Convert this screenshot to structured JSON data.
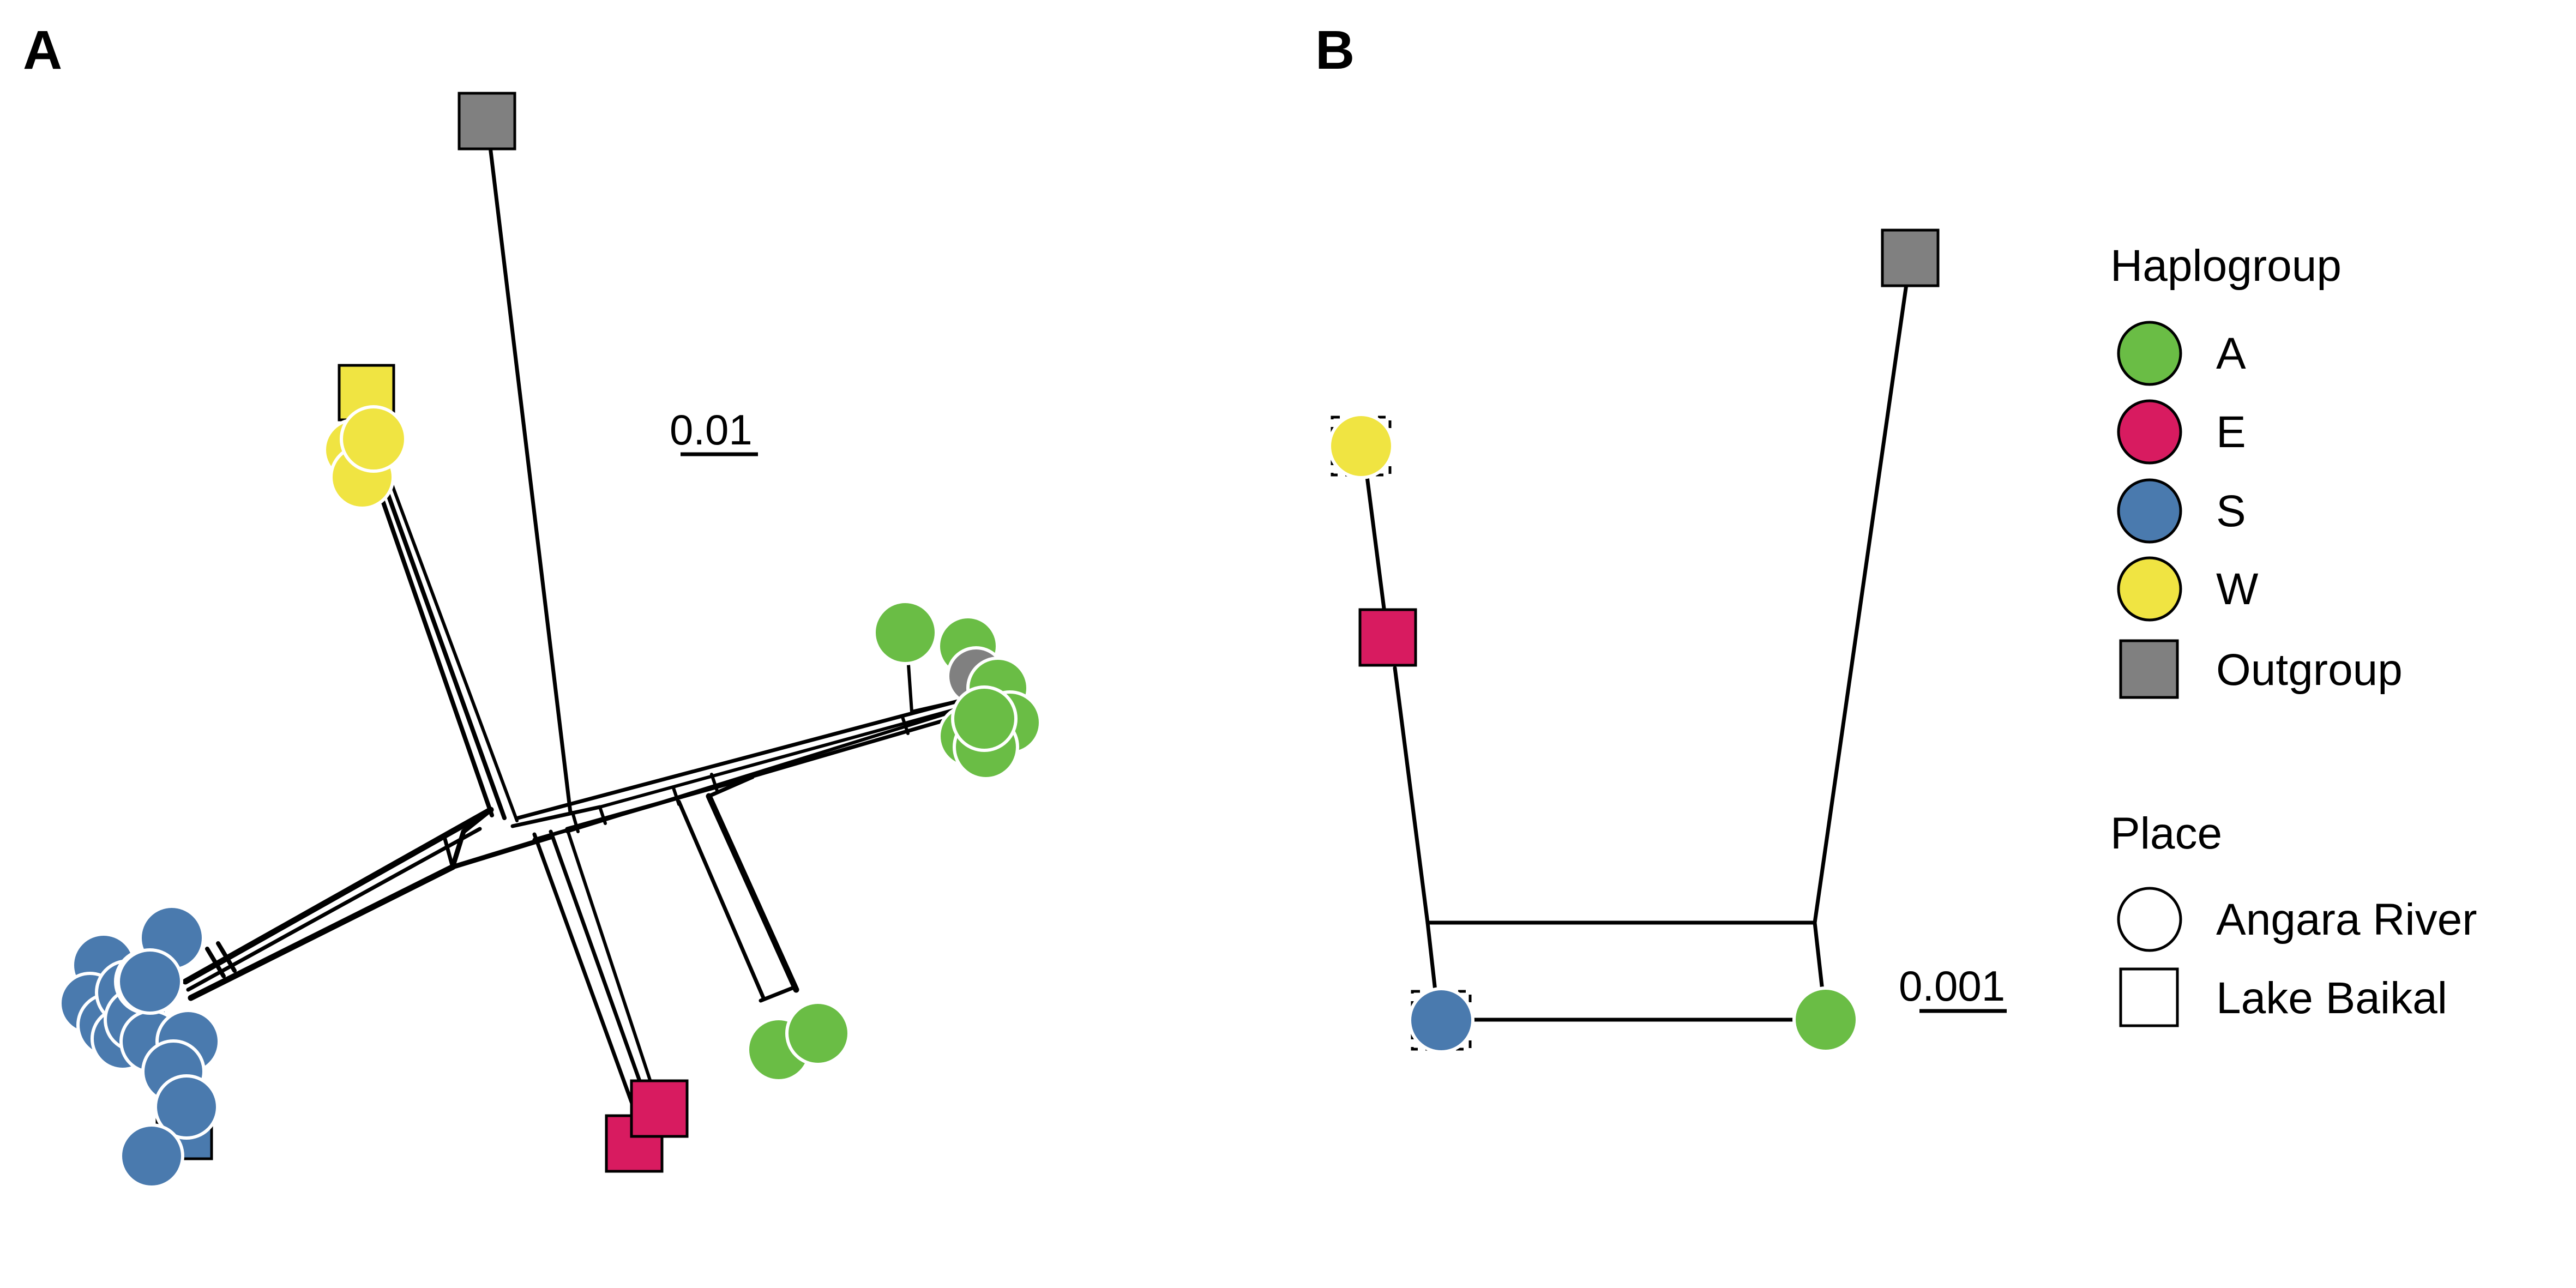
{
  "panels": {
    "a": {
      "label": "A",
      "scale_bar": "0.01"
    },
    "b": {
      "label": "B",
      "scale_bar": "0.001"
    }
  },
  "legend": {
    "haplogroup_title": "Haplogroup",
    "haplogroups": [
      {
        "name": "A",
        "color": "#6abd45"
      },
      {
        "name": "E",
        "color": "#d81b60"
      },
      {
        "name": "S",
        "color": "#4a7aae"
      },
      {
        "name": "W",
        "color": "#f0e442"
      },
      {
        "name": "Outgroup",
        "color": "#808080"
      }
    ],
    "place_title": "Place",
    "places": [
      {
        "name": "Angara River",
        "shape": "circle"
      },
      {
        "name": "Lake Baikal",
        "shape": "square"
      }
    ]
  },
  "colors": {
    "A": "#6abd45",
    "E": "#d81b60",
    "S": "#4a7aae",
    "W": "#f0e442",
    "Outgroup": "#808080",
    "edge": "#000000",
    "marker_outline_circle": "#ffffff",
    "marker_outline_square": "#000000"
  }
}
